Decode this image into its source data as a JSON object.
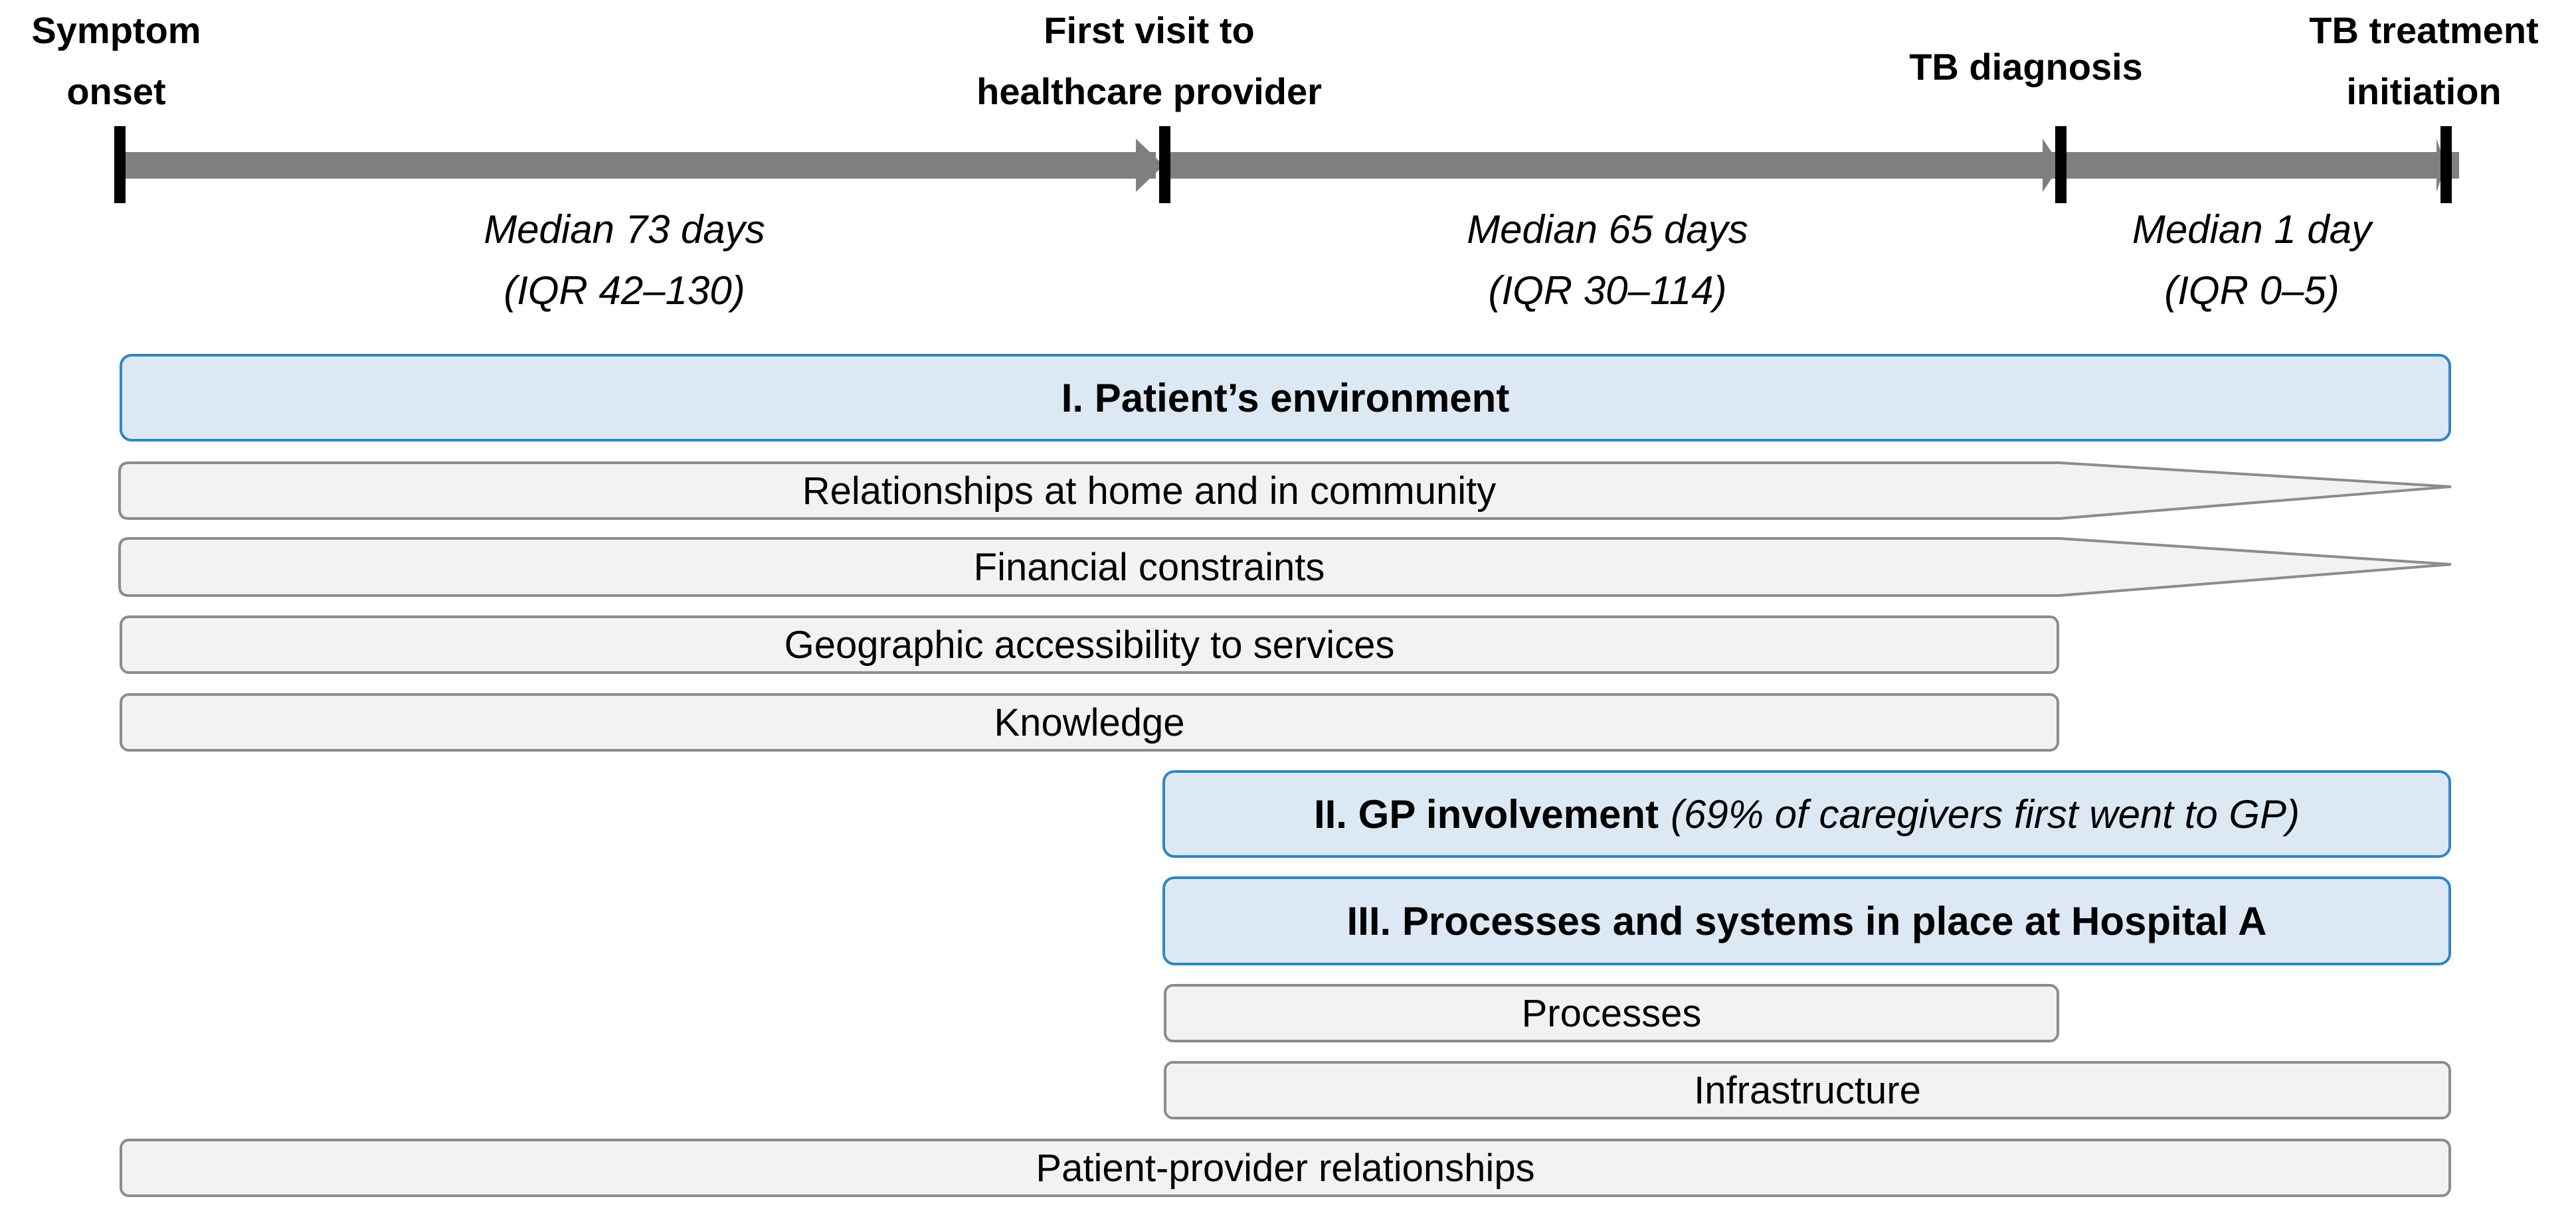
{
  "milestones": [
    {
      "label": "Symptom\nonset"
    },
    {
      "label": "First visit to\nhealthcare provider"
    },
    {
      "label": "TB diagnosis"
    },
    {
      "label": "TB treatment\ninitiation"
    }
  ],
  "intervals": [
    {
      "median": "Median 73 days",
      "iqr": "(IQR 42–130)"
    },
    {
      "median": "Median 65 days",
      "iqr": "(IQR 30–114)"
    },
    {
      "median": "Median 1 day",
      "iqr": "(IQR 0–5)"
    }
  ],
  "sections": {
    "patient_environment": {
      "title": "I. Patient’s environment",
      "items": [
        "Relationships at home and in community",
        "Financial constraints",
        "Geographic accessibility to services",
        "Knowledge"
      ]
    },
    "gp_involvement": {
      "title": "II. GP involvement",
      "note": "(69% of caregivers first went to GP)"
    },
    "hospital": {
      "title": "III. Processes and systems in place at Hospital A",
      "items": [
        "Processes",
        "Infrastructure"
      ]
    },
    "patient_provider": {
      "label": "Patient-provider relationships"
    }
  },
  "colors": {
    "timeline_gray": "#7f7f7f",
    "tick": "#000000",
    "header_fill": "#dde8f5",
    "header_border": "#2e86c1",
    "item_fill": "#f2f2f2",
    "item_border": "#8c8c8c"
  }
}
